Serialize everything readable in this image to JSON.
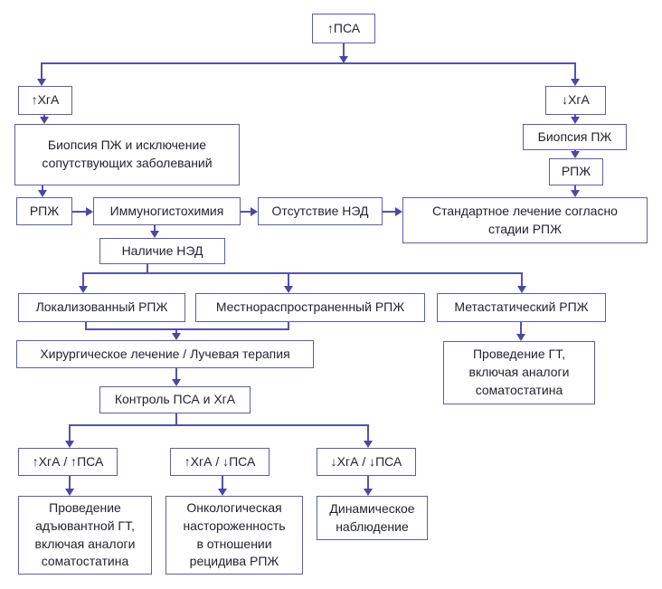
{
  "colors": {
    "box_border": "#5c5ea6",
    "connector": "#5553a5",
    "arrow": "#4a48a0",
    "text": "#232330",
    "background": "#ffffff"
  },
  "nodes": {
    "psa_up": {
      "label": "↑ПСА"
    },
    "hga_up": {
      "label": "↑ХгА"
    },
    "hga_down": {
      "label": "↓ХгА"
    },
    "biopsy_exclusion": {
      "label": "Биопсия ПЖ и исключение\nсопутствующих заболеваний"
    },
    "biopsy_right": {
      "label": "Биопсия ПЖ"
    },
    "rpz_right": {
      "label": "РПЖ"
    },
    "rpz_left": {
      "label": "РПЖ"
    },
    "immunohistochemistry": {
      "label": "Иммуногистохимия"
    },
    "ned_absent": {
      "label": "Отсутствие НЭД"
    },
    "standard_treatment": {
      "label": "Стандартное лечение согласно\nстадии РПЖ"
    },
    "ned_present": {
      "label": "Наличие НЭД"
    },
    "localized": {
      "label": "Локализованный РПЖ"
    },
    "locally_advanced": {
      "label": "Местнораспространенный РПЖ"
    },
    "metastatic": {
      "label": "Метастатический РПЖ"
    },
    "surgery_radiation": {
      "label": "Хирургическое лечение / Лучевая терапия"
    },
    "ht_somatostatin": {
      "label": "Проведение ГТ,\nвключая аналоги\nсоматостатина"
    },
    "control_psa_hga": {
      "label": "Контроль ПСА и ХгА"
    },
    "hga_up_psa_up": {
      "label": "↑ХгА / ↑ПСА"
    },
    "hga_up_psa_down": {
      "label": "↑ХгА / ↓ПСА"
    },
    "hga_down_psa_down": {
      "label": "↓ХгА / ↓ПСА"
    },
    "adjuvant_ht": {
      "label": "Проведение\nадъювантной ГТ,\nвключая аналоги\nсоматостатина"
    },
    "onco_alertness": {
      "label": "Онкологическая\nнастороженность\nв отношении\nрецидива РПЖ"
    },
    "dynamic_observation": {
      "label": "Динамическое\nнаблюдение"
    }
  },
  "edges": [
    {
      "from": "psa_up",
      "to": "hga_up"
    },
    {
      "from": "psa_up",
      "to": "hga_down"
    },
    {
      "from": "hga_up",
      "to": "biopsy_exclusion"
    },
    {
      "from": "biopsy_exclusion",
      "to": "rpz_left"
    },
    {
      "from": "rpz_left",
      "to": "immunohistochemistry"
    },
    {
      "from": "immunohistochemistry",
      "to": "ned_absent"
    },
    {
      "from": "immunohistochemistry",
      "to": "ned_present"
    },
    {
      "from": "ned_absent",
      "to": "standard_treatment"
    },
    {
      "from": "hga_down",
      "to": "biopsy_right"
    },
    {
      "from": "biopsy_right",
      "to": "rpz_right"
    },
    {
      "from": "rpz_right",
      "to": "standard_treatment"
    },
    {
      "from": "ned_present",
      "to": "localized"
    },
    {
      "from": "ned_present",
      "to": "locally_advanced"
    },
    {
      "from": "ned_present",
      "to": "metastatic"
    },
    {
      "from": "localized",
      "to": "surgery_radiation"
    },
    {
      "from": "locally_advanced",
      "to": "surgery_radiation"
    },
    {
      "from": "metastatic",
      "to": "ht_somatostatin"
    },
    {
      "from": "surgery_radiation",
      "to": "control_psa_hga"
    },
    {
      "from": "control_psa_hga",
      "to": "hga_up_psa_up"
    },
    {
      "from": "control_psa_hga",
      "to": "hga_down_psa_down"
    },
    {
      "from": "hga_up_psa_up",
      "to": "adjuvant_ht"
    },
    {
      "from": "hga_up_psa_down",
      "to": "onco_alertness"
    },
    {
      "from": "hga_down_psa_down",
      "to": "dynamic_observation"
    }
  ]
}
